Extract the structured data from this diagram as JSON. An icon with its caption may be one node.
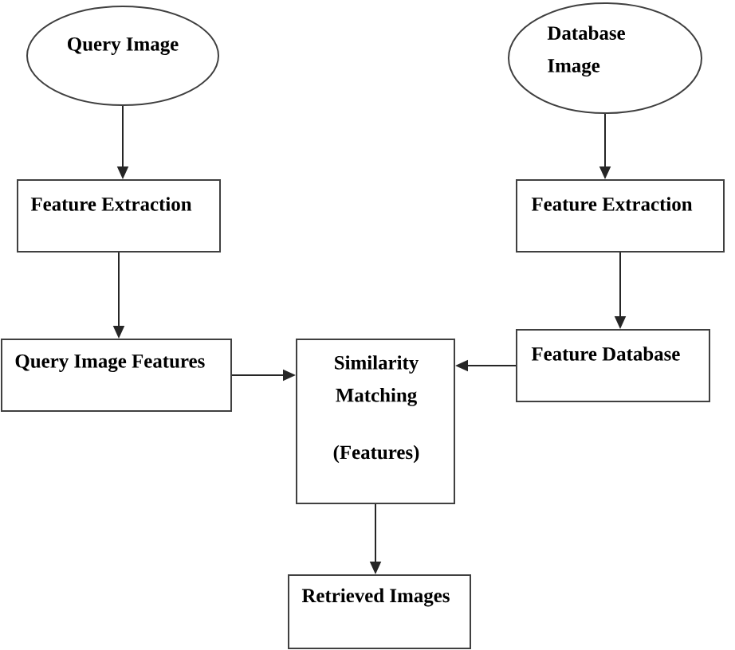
{
  "diagram": {
    "nodes": [
      {
        "text": [
          "Query Image"
        ]
      },
      {
        "text": [
          "Database Image"
        ]
      },
      {
        "text": [
          "Feature Extraction"
        ]
      },
      {
        "text": [
          "Feature Extraction"
        ]
      },
      {
        "text": [
          "Query Image Features"
        ]
      },
      {
        "text": [
          "Similarity Matching",
          "(Features)"
        ]
      },
      {
        "text": [
          "Feature Database"
        ]
      },
      {
        "text": [
          "Retrieved Images"
        ]
      }
    ],
    "edges": [
      {
        "from": 0,
        "to": 2,
        "arrow": "to"
      },
      {
        "from": 2,
        "to": 4,
        "arrow": "to"
      },
      {
        "from": 1,
        "to": 3,
        "arrow": "to"
      },
      {
        "from": 3,
        "to": 6,
        "arrow": "to"
      },
      {
        "from": 4,
        "to": 5,
        "arrow": "to"
      },
      {
        "from": 6,
        "to": 5,
        "arrow": "to"
      },
      {
        "from": 5,
        "to": 7,
        "arrow": "to"
      }
    ]
  }
}
